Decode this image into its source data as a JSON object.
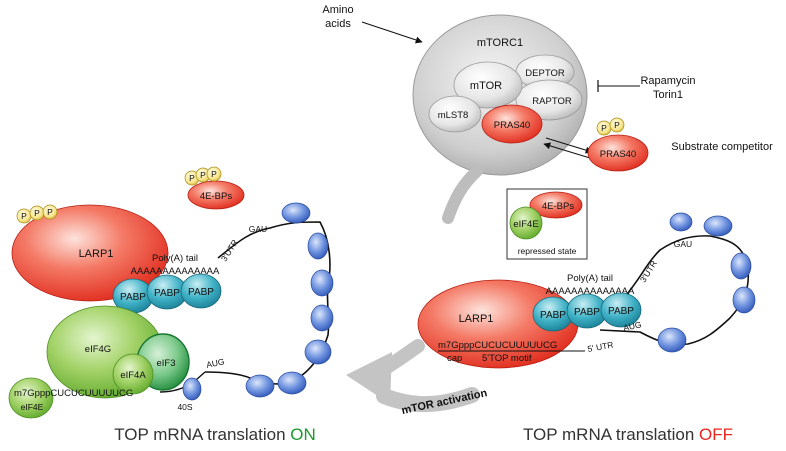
{
  "mtorc1": {
    "title": "mTORC1",
    "mtor": "mTOR",
    "deptor": "DEPTOR",
    "raptor": "RAPTOR",
    "mlst8": "mLST8",
    "pras40": "PRAS40"
  },
  "inputs": {
    "amino_acids_line1": "Amino",
    "amino_acids_line2": "acids",
    "inhibitor_line1": "Rapamycin",
    "inhibitor_line2": "Torin1"
  },
  "free_pras40": {
    "label": "PRAS40",
    "caption": "Substrate competitor"
  },
  "phospho": "P",
  "free_4ebps": "4E-BPs",
  "repressed_box": {
    "binder": "4E-BPs",
    "target": "eIF4E",
    "caption": "repressed state"
  },
  "left_complex": {
    "larp1": "LARP1",
    "polya_label": "Poly(A) tail",
    "polya_seq": "AAAAAAAAAAAAAA",
    "utr3": "3'UTR",
    "gau": "GAU",
    "pabp": "PABP",
    "eif4g": "eIF4G",
    "eif4a": "eIF4A",
    "eif3": "eIF3",
    "eif4e": "eIF4E",
    "cap_seq": "m7GpppCUCUCUUUUUCG",
    "aug": "AUG",
    "ribosome": "40S"
  },
  "right_complex": {
    "larp1": "LARP1",
    "polya_label": "Poly(A) tail",
    "polya_seq": "AAAAAAAAAAAAAA",
    "utr3": "3'UTR",
    "gau": "GAU",
    "pabp": "PABP",
    "cap_seq": "m7GpppCUCUCUUUUUCG",
    "cap": "cap",
    "top_motif": "5'TOP motif",
    "utr5": "5' UTR",
    "aug": "AUG"
  },
  "arrow_label": "mTOR activation",
  "captions": {
    "left_prefix": "TOP mRNA translation ",
    "left_state": "ON",
    "right_prefix": "TOP mRNA translation ",
    "right_state": "OFF"
  },
  "colors": {
    "on": "#1a9a2e",
    "off": "#e8251f"
  }
}
